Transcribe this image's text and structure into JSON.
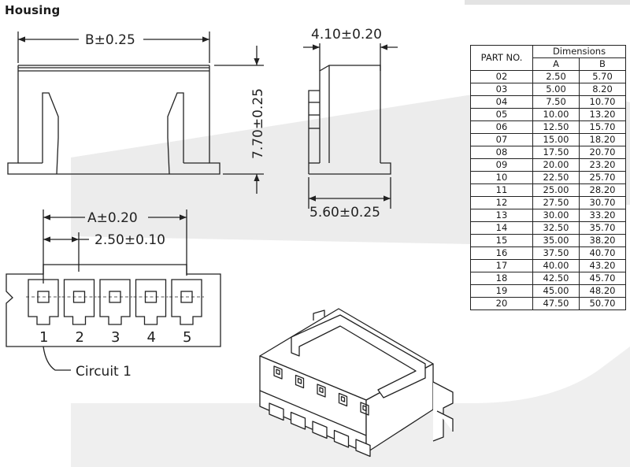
{
  "title": "Housing",
  "dimensions": {
    "b": "B±0.25",
    "depth": "4.10±0.20",
    "height": "7.70±0.25",
    "bottom_depth": "5.60±0.25",
    "a": "A±0.20",
    "pitch": "2.50±0.10"
  },
  "circuit_label": "Circuit  1",
  "pins": [
    "1",
    "2",
    "3",
    "4",
    "5"
  ],
  "table": {
    "part_no_header": "PART  NO.",
    "group_header": "Dimensions",
    "col_a": "A",
    "col_b": "B",
    "rows": [
      [
        "02",
        "2.50",
        "5.70"
      ],
      [
        "03",
        "5.00",
        "8.20"
      ],
      [
        "04",
        "7.50",
        "10.70"
      ],
      [
        "05",
        "10.00",
        "13.20"
      ],
      [
        "06",
        "12.50",
        "15.70"
      ],
      [
        "07",
        "15.00",
        "18.20"
      ],
      [
        "08",
        "17.50",
        "20.70"
      ],
      [
        "09",
        "20.00",
        "23.20"
      ],
      [
        "10",
        "22.50",
        "25.70"
      ],
      [
        "11",
        "25.00",
        "28.20"
      ],
      [
        "12",
        "27.50",
        "30.70"
      ],
      [
        "13",
        "30.00",
        "33.20"
      ],
      [
        "14",
        "32.50",
        "35.70"
      ],
      [
        "15",
        "35.00",
        "38.20"
      ],
      [
        "16",
        "37.50",
        "40.70"
      ],
      [
        "17",
        "40.00",
        "43.20"
      ],
      [
        "18",
        "42.50",
        "45.70"
      ],
      [
        "19",
        "45.00",
        "48.20"
      ],
      [
        "20",
        "47.50",
        "50.70"
      ]
    ]
  }
}
